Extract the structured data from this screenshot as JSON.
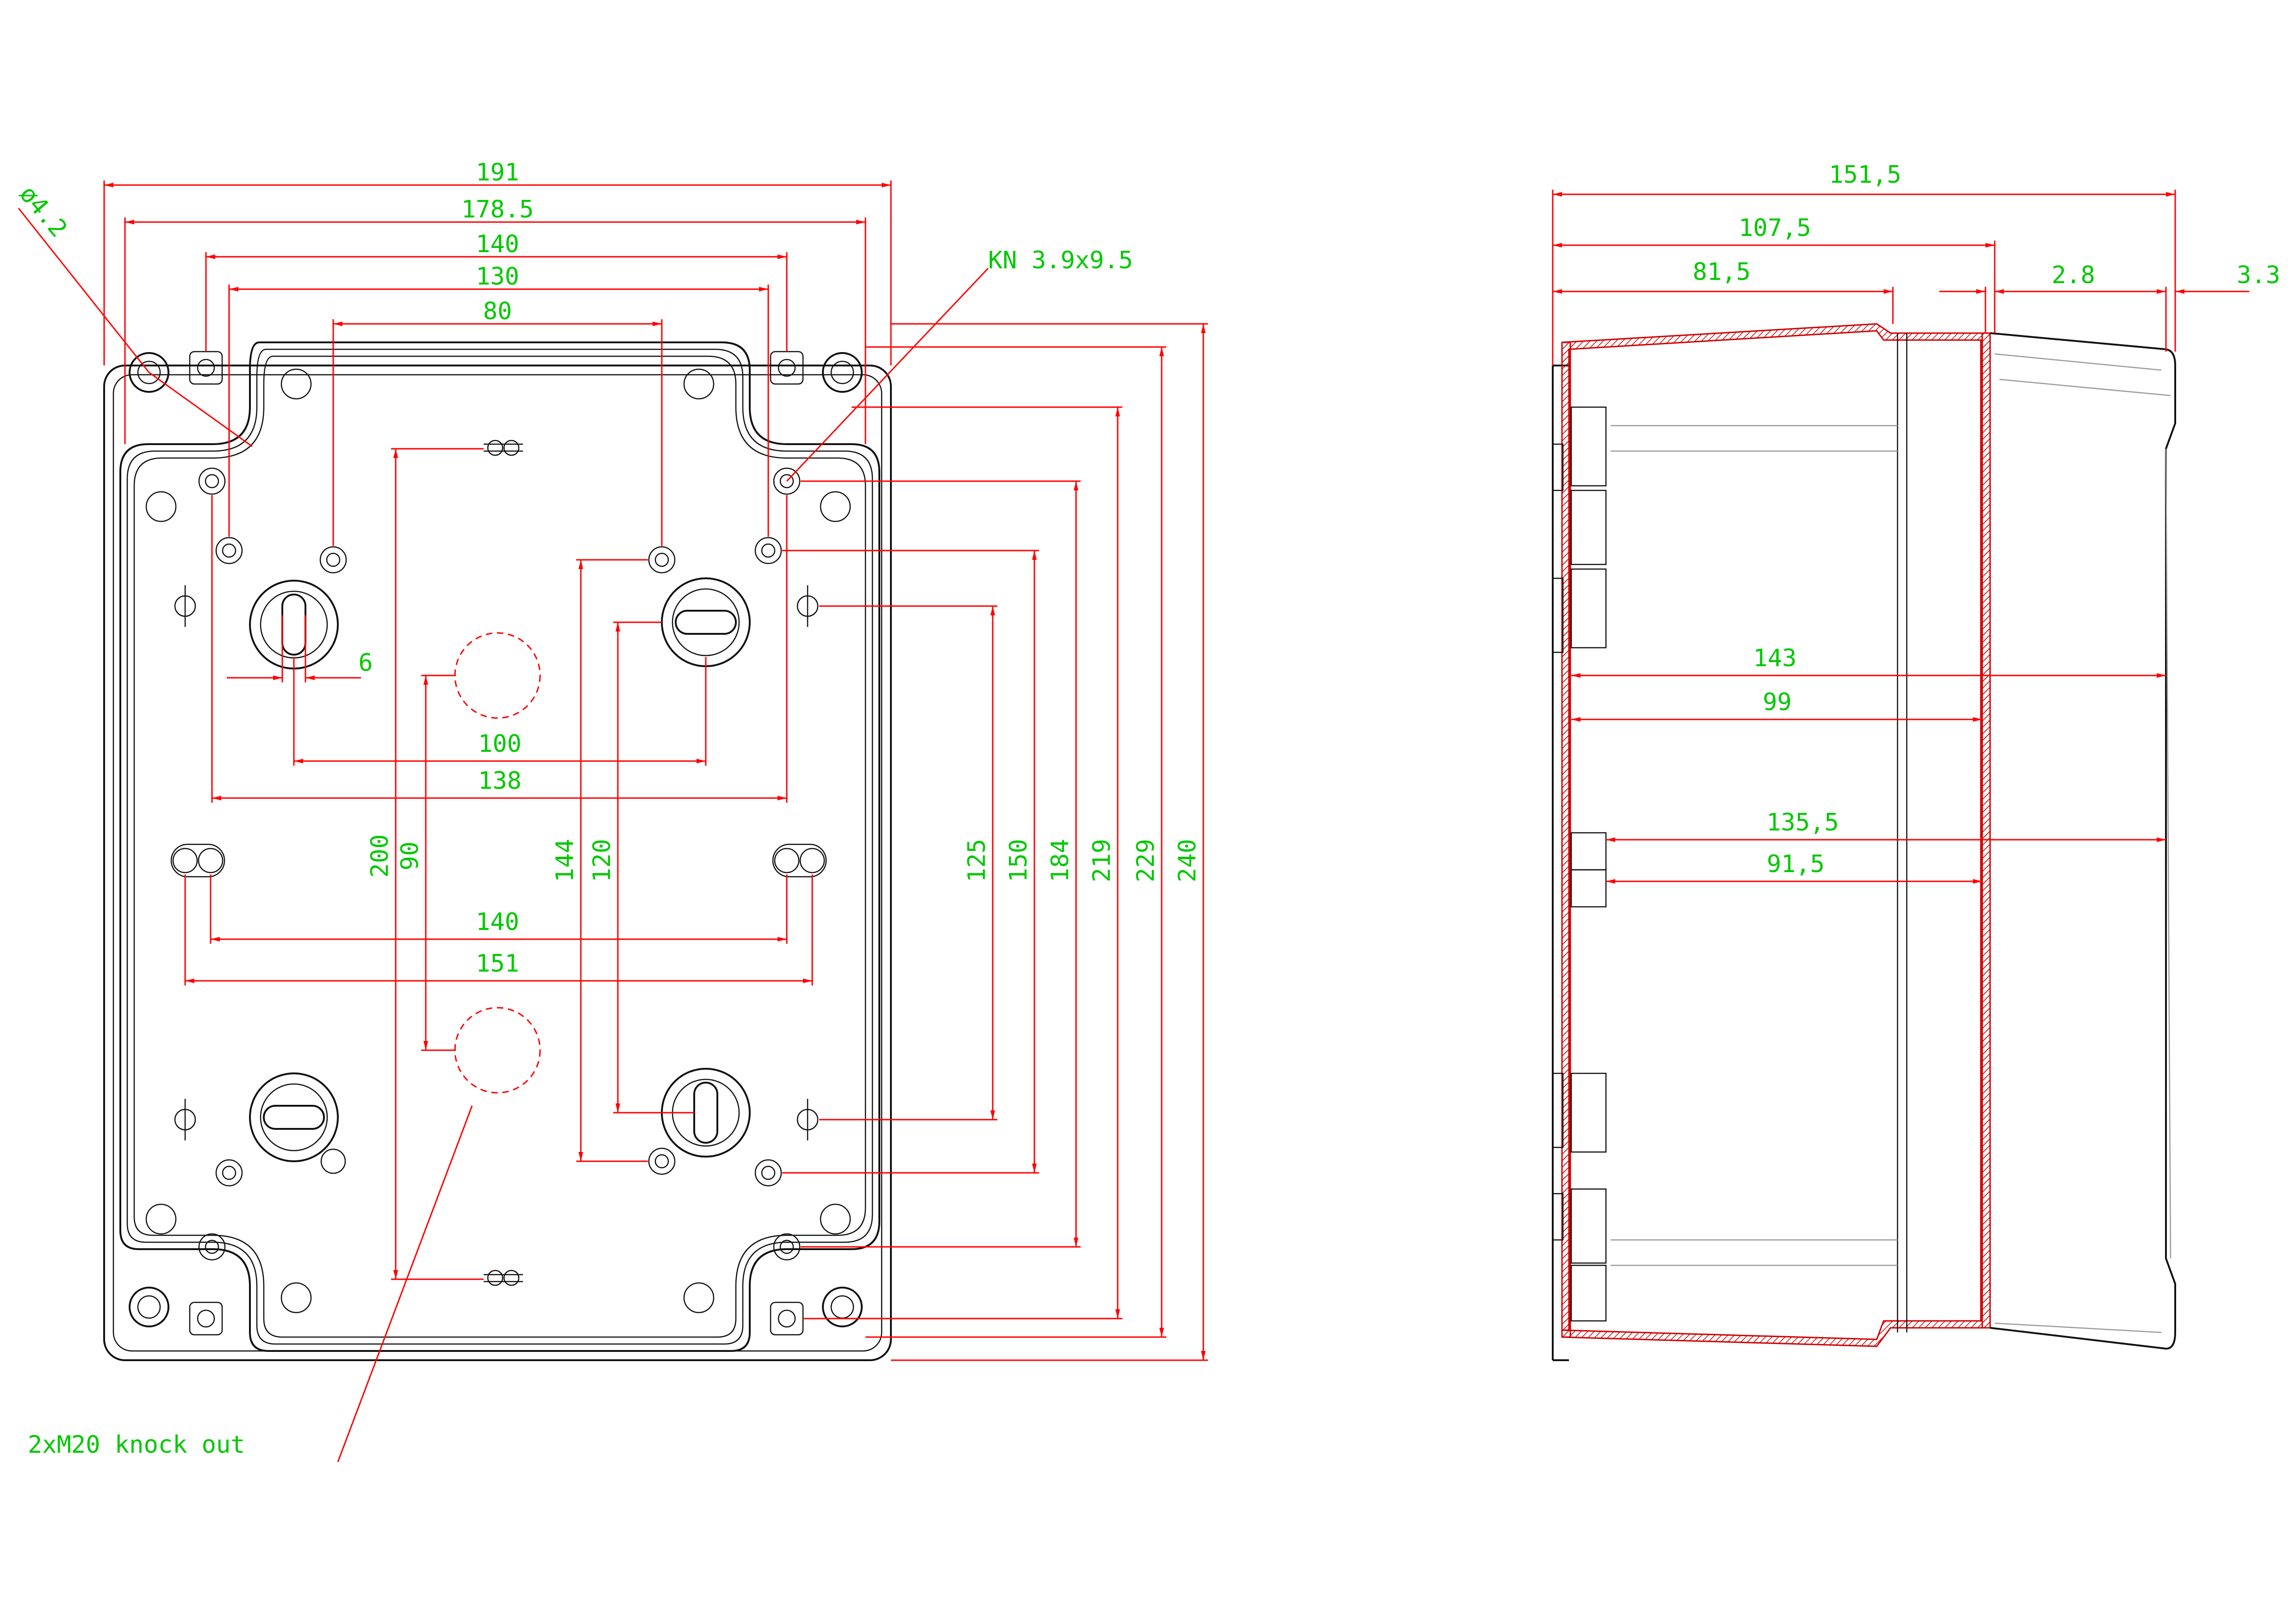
{
  "drawing": {
    "colors": {
      "dimension_line": "#ff0000",
      "dimension_text": "#00c800",
      "outline": "#111111",
      "section_hatch": "#d00000"
    },
    "front_view": {
      "horizontal_dims": [
        "191",
        "178.5",
        "140",
        "130",
        "80",
        "6",
        "100",
        "138",
        "140",
        "151"
      ],
      "vertical_dims": [
        "200",
        "90",
        "144",
        "120",
        "125",
        "150",
        "184",
        "219",
        "229",
        "240"
      ],
      "labels": {
        "hole_diameter": "ø4.2",
        "screw": "KN 3.9x9.5",
        "knockout": "2xM20 knock out"
      }
    },
    "side_view": {
      "top_dims": [
        "151,5",
        "107,5",
        "81,5",
        "2.8",
        "3.3"
      ],
      "inner_dims": [
        "143",
        "99",
        "135,5",
        "91,5"
      ]
    }
  }
}
